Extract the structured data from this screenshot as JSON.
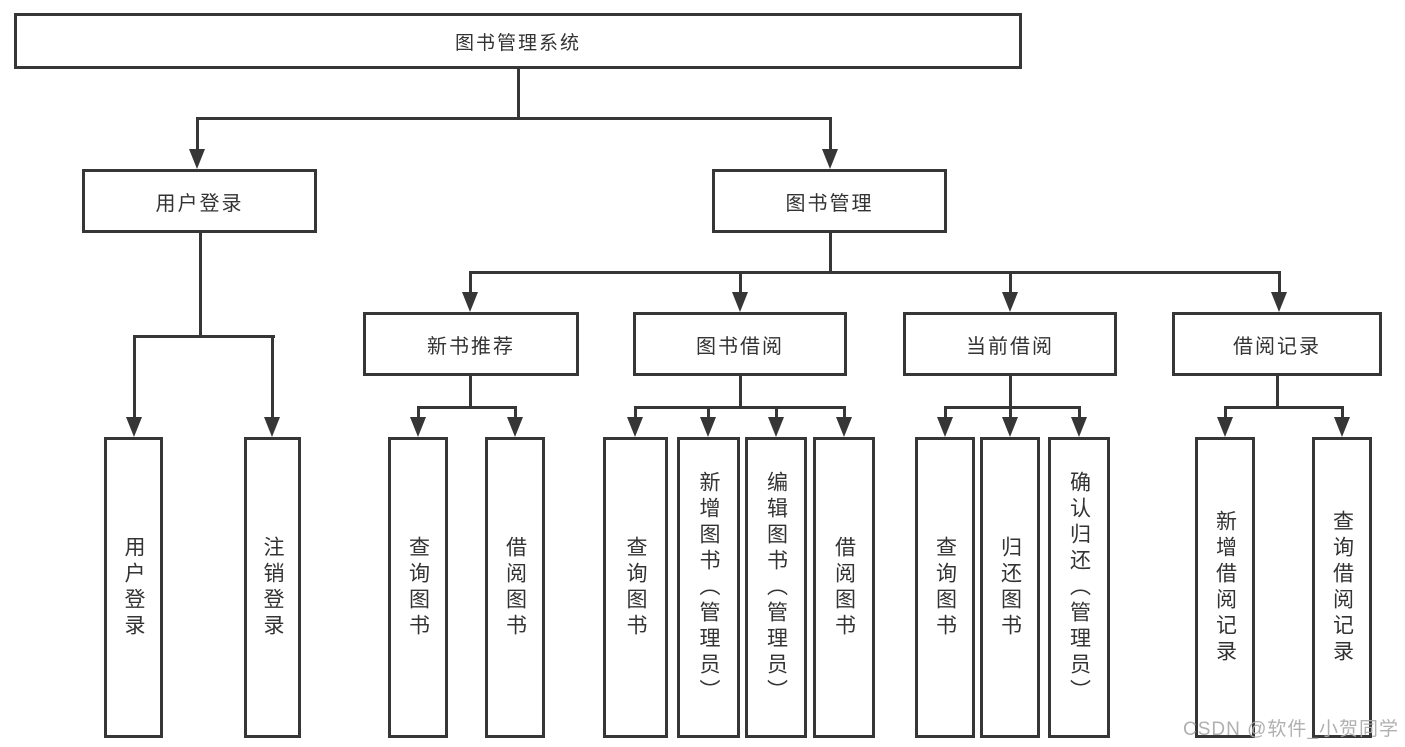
{
  "nodes": {
    "root": {
      "label": "图书管理系统"
    },
    "level1": [
      {
        "label": "用户登录"
      },
      {
        "label": "图书管理"
      }
    ],
    "level2": [
      {
        "label": "新书推荐"
      },
      {
        "label": "图书借阅"
      },
      {
        "label": "当前借阅"
      },
      {
        "label": "借阅记录"
      }
    ],
    "leaves": [
      {
        "label": "用户登录"
      },
      {
        "label": "注销登录"
      },
      {
        "label": "查询图书"
      },
      {
        "label": "借阅图书"
      },
      {
        "label": "查询图书"
      },
      {
        "label": "新增图书（管理员）"
      },
      {
        "label": "编辑图书（管理员）"
      },
      {
        "label": "借阅图书"
      },
      {
        "label": "查询图书"
      },
      {
        "label": "归还图书"
      },
      {
        "label": "确认归还（管理员）"
      },
      {
        "label": "新增借阅记录"
      },
      {
        "label": "查询借阅记录"
      }
    ]
  },
  "watermark": {
    "text": "CSDN @软件_小贺同学"
  },
  "colors": {
    "line": "#363636",
    "text": "#333333",
    "watermark": "#aaaaaa",
    "background": "#ffffff"
  }
}
